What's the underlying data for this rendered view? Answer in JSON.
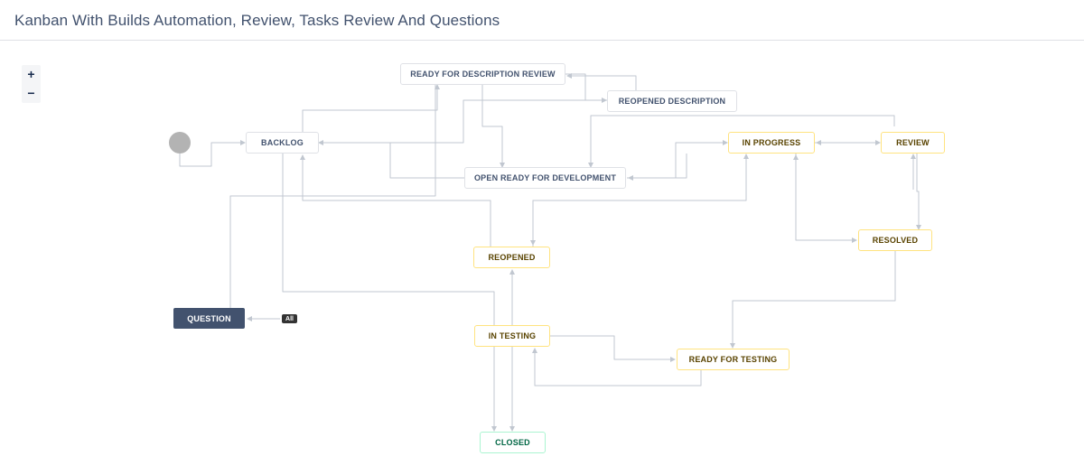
{
  "page": {
    "title": "Kanban With Builds Automation, Review, Tasks Review And Questions"
  },
  "zoom": {
    "in_label": "+",
    "out_label": "−"
  },
  "badge": {
    "all_label": "All"
  },
  "statuses": {
    "ready_for_description_review": "READY FOR DESCRIPTION REVIEW",
    "reopened_description": "REOPENED DESCRIPTION",
    "backlog": "BACKLOG",
    "open_ready_for_development": "OPEN READY FOR DEVELOPMENT",
    "in_progress": "IN PROGRESS",
    "review": "REVIEW",
    "resolved": "RESOLVED",
    "reopened": "REOPENED",
    "question": "QUESTION",
    "in_testing": "IN TESTING",
    "ready_for_testing": "READY FOR TESTING",
    "closed": "CLOSED"
  },
  "colors": {
    "todo_border": "#dfe1e6",
    "todo_text": "#42526e",
    "in_progress_border": "#ffe380",
    "in_progress_text": "#594300",
    "done_border": "#abf5d1",
    "done_text": "#006644",
    "selected_fill": "#42526e",
    "connector": "#c1c7d0"
  }
}
